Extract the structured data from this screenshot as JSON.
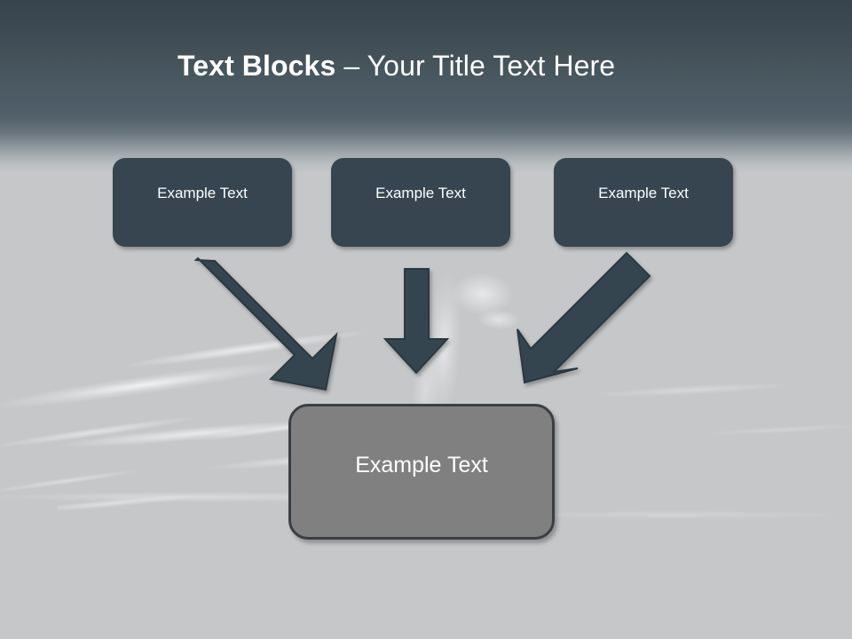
{
  "slide": {
    "title": {
      "strong": "Text Blocks",
      "dash": " – ",
      "light": "Your Title Text Here"
    },
    "colors": {
      "title_text": "#ffffff",
      "top_box_fill": "#36454f",
      "bottom_box_fill": "#808080",
      "bottom_box_border": "#3b3f44",
      "arrow_fill": "#36454f",
      "arrow_stroke": "#2b3840",
      "background_top": "#37444d",
      "background_bottom": "#c6c7c9"
    },
    "top_boxes": [
      {
        "label": "Example Text"
      },
      {
        "label": "Example Text"
      },
      {
        "label": "Example Text"
      }
    ],
    "bottom_box": {
      "label": "Example Text"
    },
    "arrows": [
      {
        "name": "arrow-diagonal-down-right",
        "direction": "down-right"
      },
      {
        "name": "arrow-down",
        "direction": "down"
      },
      {
        "name": "arrow-diagonal-down-left",
        "direction": "down-left"
      }
    ]
  }
}
